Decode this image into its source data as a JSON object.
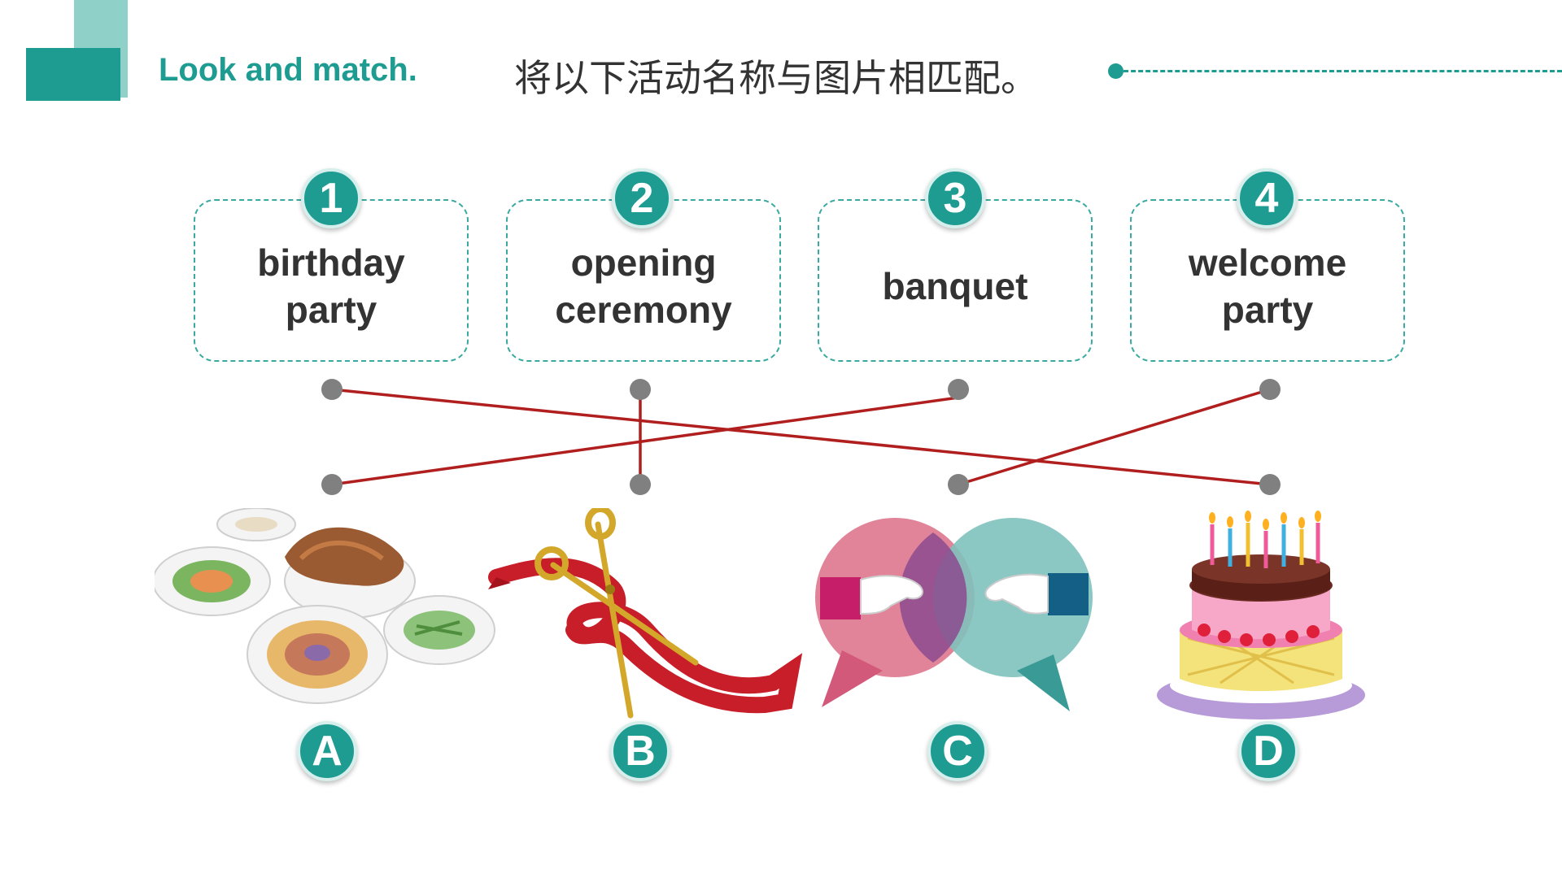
{
  "header": {
    "title_en": "Look and match.",
    "title_cn": "将以下活动名称与图片相匹配。"
  },
  "phrases": [
    {
      "number": "1",
      "lines": [
        "birthday",
        "party"
      ]
    },
    {
      "number": "2",
      "lines": [
        "opening",
        "ceremony"
      ]
    },
    {
      "number": "3",
      "lines": [
        "banquet",
        ""
      ]
    },
    {
      "number": "4",
      "lines": [
        "welcome",
        "party"
      ]
    }
  ],
  "pictures": [
    {
      "letter": "A",
      "icon": "banquet-dishes-icon"
    },
    {
      "letter": "B",
      "icon": "ribbon-scissors-icon"
    },
    {
      "letter": "C",
      "icon": "handshake-speech-bubbles-icon"
    },
    {
      "letter": "D",
      "icon": "birthday-cake-icon"
    }
  ],
  "matches": [
    {
      "from": "1",
      "to": "D"
    },
    {
      "from": "2",
      "to": "B"
    },
    {
      "from": "3",
      "to": "A"
    },
    {
      "from": "4",
      "to": "C"
    }
  ],
  "colors": {
    "accent": "#1e9c91",
    "accent_light": "#8fd0c8",
    "match_line": "#b01e1e",
    "connector_dot": "#808080",
    "text": "#333333"
  }
}
